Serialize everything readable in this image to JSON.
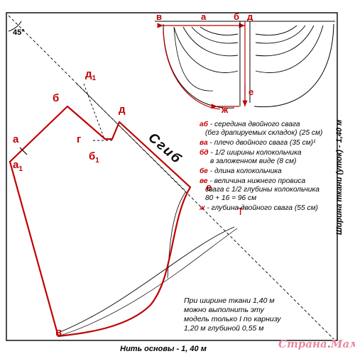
{
  "angle_label": "45°",
  "points": {
    "a": "а",
    "a1": "а",
    "a1_sub": "1",
    "b": "б",
    "b1": "б",
    "b1_sub": "1",
    "d": "д",
    "d1": "д",
    "d1_sub": "1",
    "g": "г",
    "v": "в",
    "e": "е",
    "t": "Т"
  },
  "fold_label": "Сгиб",
  "inset": {
    "v": "в",
    "a": "а",
    "b": "б",
    "d": "д",
    "e": "е",
    "zh": "ж"
  },
  "legend": [
    {
      "key": "аб",
      "text": " - середина двойного свага"
    },
    {
      "key": "",
      "text": "(без драпируемых складок) (25 см)"
    },
    {
      "key": "ва",
      "text": " - плечо двойного свага (35 см)¹"
    },
    {
      "key": "бд",
      "text": " - 1/2 ширины колокольчика"
    },
    {
      "key": "",
      "text": "в заложенном виде (8 см)"
    },
    {
      "key": "бе",
      "text": " - длина колокольчика"
    },
    {
      "key": "ве",
      "text": " - величина нижнего провиса"
    },
    {
      "key": "",
      "text": "свага с 1/2 глубины колокольчика"
    },
    {
      "key": "",
      "text": "80 + 16 = 96 см"
    },
    {
      "key": "ж",
      "text": " - глубина двойного свага (55 см)"
    }
  ],
  "note_lines": [
    "При ширине ткани 1,40 м",
    "можно выполнить эту",
    "модель только I по карнизу",
    "1,20 м глубиной 0,55 м"
  ],
  "footer": "Нить основы - 1, 40 м",
  "side_label": "Ширина ткани (уток) - 1,40 м",
  "watermark": {
    "part1": "Страна",
    "part2": "Мам"
  },
  "colors": {
    "pattern": "#c00000",
    "line": "#000000"
  }
}
